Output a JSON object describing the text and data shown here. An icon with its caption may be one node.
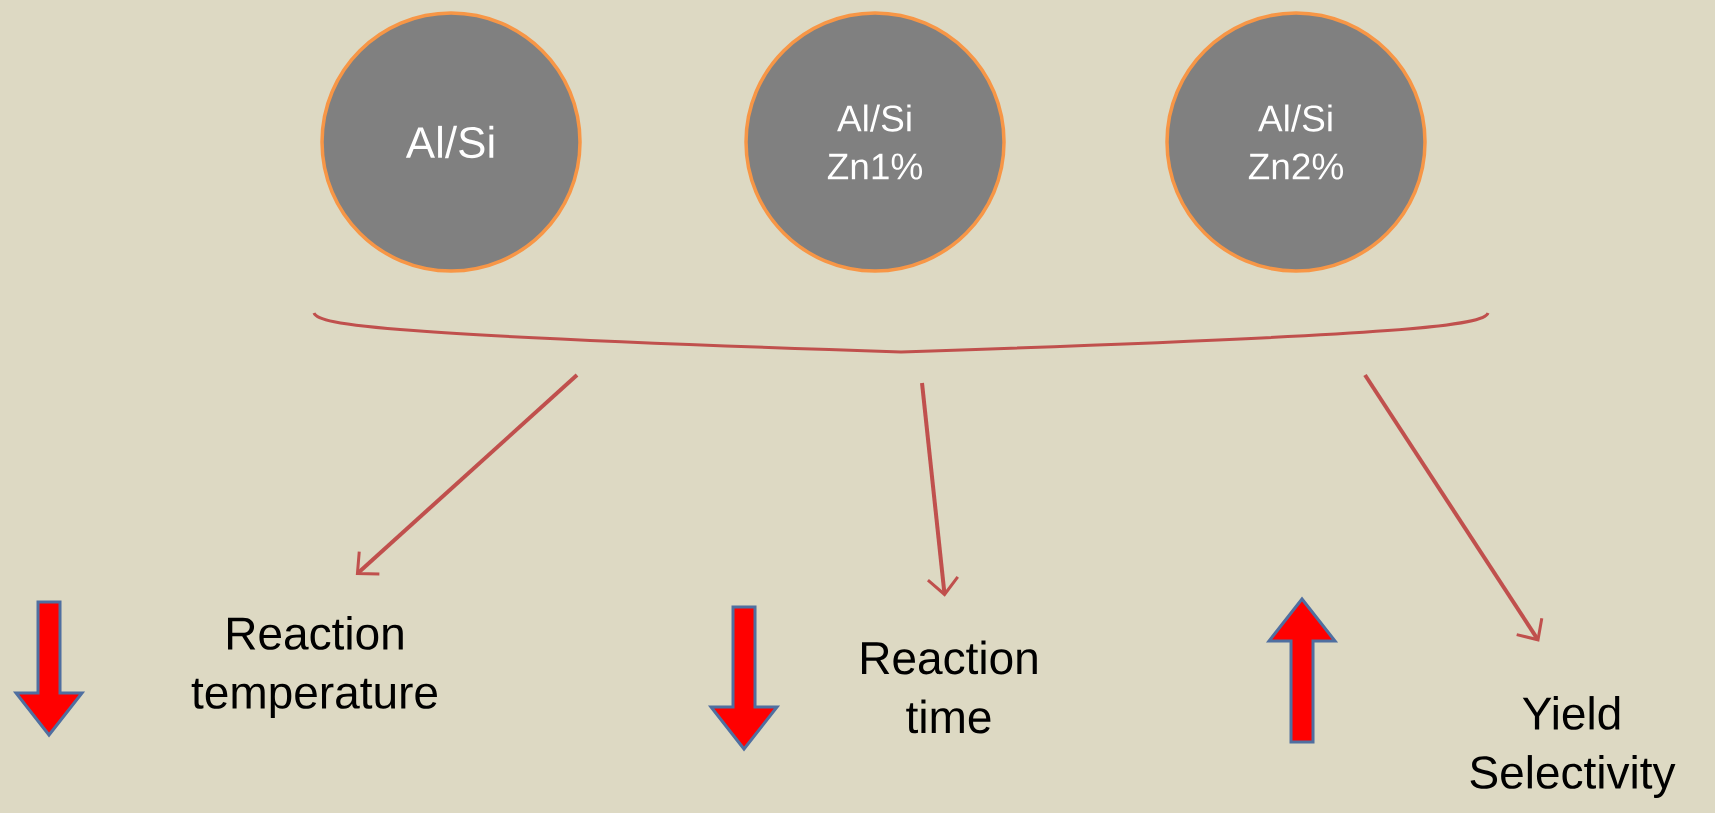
{
  "diagram": {
    "nodes": [
      {
        "text": [
          "Al/Si"
        ]
      },
      {
        "text": [
          "Al/Si Zn1%"
        ]
      },
      {
        "text": [
          "Al/Si Zn2%"
        ]
      },
      {
        "text": [
          "Reaction temperature"
        ]
      },
      {
        "text": [
          "Reaction time"
        ]
      },
      {
        "text": [
          "Yield Selectivity"
        ]
      }
    ],
    "edges": [
      {
        "from": null,
        "to": 3,
        "arrow": "to"
      },
      {
        "from": null,
        "to": 4,
        "arrow": "to"
      },
      {
        "from": null,
        "to": 5,
        "arrow": "to"
      }
    ]
  }
}
